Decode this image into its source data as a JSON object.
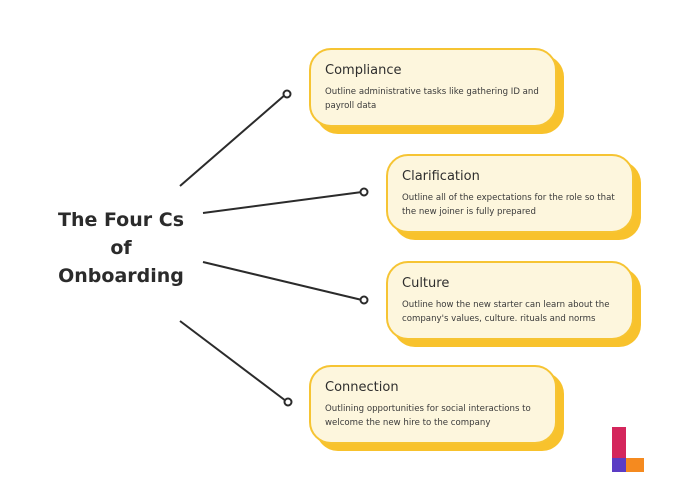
{
  "center": {
    "line1": "The Four Cs",
    "line2": "of",
    "line3": "Onboarding"
  },
  "cards": [
    {
      "title": "Compliance",
      "description": "Outline administrative tasks like gathering ID and payroll data"
    },
    {
      "title": "Clarification",
      "description": "Outline all of the expectations for the role so that the new joiner is fully prepared"
    },
    {
      "title": "Culture",
      "description": "Outline how the new starter can learn about the company's values, culture. rituals and norms"
    },
    {
      "title": "Connection",
      "description": "Outlining opportunities for social interactions to welcome the new hire to the company"
    }
  ],
  "colors": {
    "card_fill": "#fdf6dd",
    "card_border": "#f6c433",
    "card_shadow": "#f8c22c",
    "connector": "#2b2b2b",
    "logo_red": "#d4265c",
    "logo_orange": "#f58a1f",
    "logo_purple": "#5b3cc4"
  }
}
